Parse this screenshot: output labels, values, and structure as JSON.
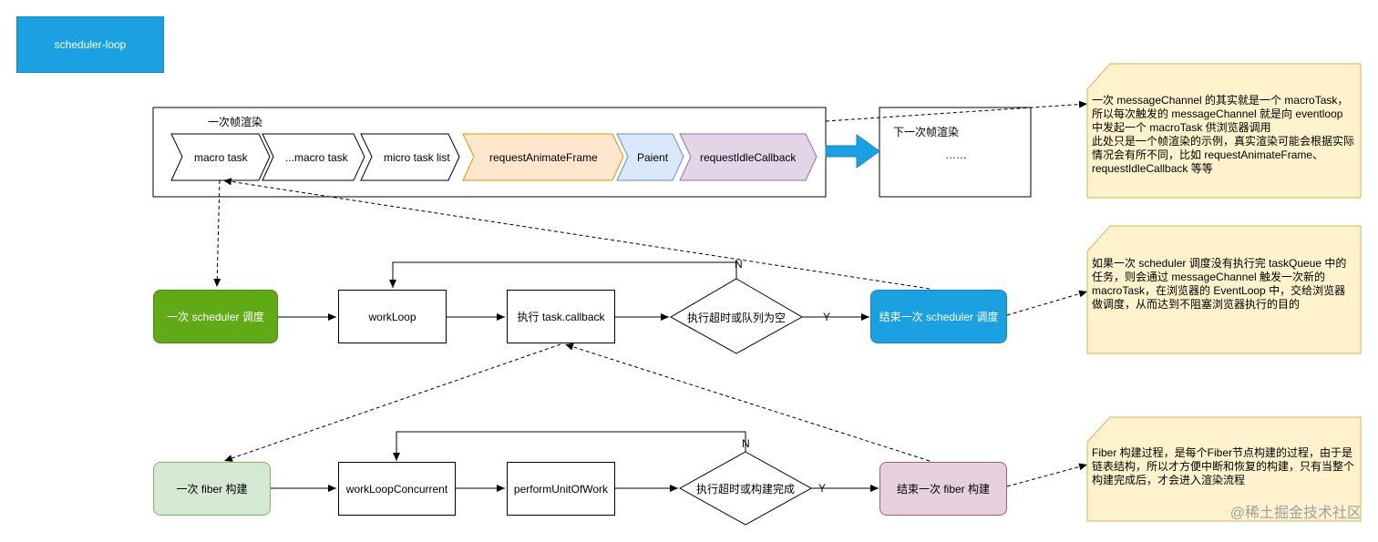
{
  "title": "scheduler-loop",
  "frame": {
    "label": "一次帧渲染",
    "chevrons": [
      {
        "label": "macro task",
        "fill": "#ffffff",
        "stroke": "#000000"
      },
      {
        "label": "...macro task",
        "fill": "#ffffff",
        "stroke": "#000000"
      },
      {
        "label": "micro task list",
        "fill": "#ffffff",
        "stroke": "#000000"
      },
      {
        "label": "requestAnimateFrame",
        "fill": "#ffe6cc",
        "stroke": "#d79b00"
      },
      {
        "label": "Paient",
        "fill": "#dae8fc",
        "stroke": "#6c8ebf"
      },
      {
        "label": "requestIdleCallback",
        "fill": "#e1d5e7",
        "stroke": "#9673a6"
      }
    ]
  },
  "next_frame": {
    "label": "下一次帧渲染",
    "ellipsis": "……"
  },
  "scheduler_row": {
    "start": "一次 scheduler 调度",
    "work_loop": "workLoop",
    "exec": "执行 task.callback",
    "decision": "执行超时或队列为空",
    "end": "结束一次 scheduler  调度",
    "yes": "Y",
    "no": "N"
  },
  "fiber_row": {
    "start": "一次 fiber 构建",
    "work_loop": "workLoopConcurrent",
    "perform": "performUnitOfWork",
    "decision": "执行超时或构建完成",
    "end": "结束一次 fiber 构建",
    "yes": "Y",
    "no": "N"
  },
  "notes": {
    "note1": "一次 messageChannel 的其实就是一个 macroTask，所以每次触发的 messageChannel 就是向 eventloop 中发起一个 macroTask 供浏览器调用\n此处只是一个帧渲染的示例，真实渲染可能会根据实际情况会有所不同，比如 requestAnimateFrame、requestIdleCallback 等等",
    "note2": "如果一次 scheduler 调度没有执行完 taskQueue 中的任务，则会通过 messageChannel 触发一次新的 macroTask，在浏览器的 EventLoop 中，交给浏览器做调度，从而达到不阻塞浏览器执行的目的",
    "note3": "Fiber 构建过程，是每个Fiber节点构建的过程，由于是链表结构，所以才方便中断和恢复的构建，只有当整个构建完成后，才会进入渲染流程"
  },
  "colors": {
    "green": "#60a917",
    "light_green": "#d5e8d4",
    "blue": "#1ba1e2",
    "pink": "#e6d0de",
    "note": "#fff2cc"
  },
  "watermark": "@稀土掘金技术社区"
}
